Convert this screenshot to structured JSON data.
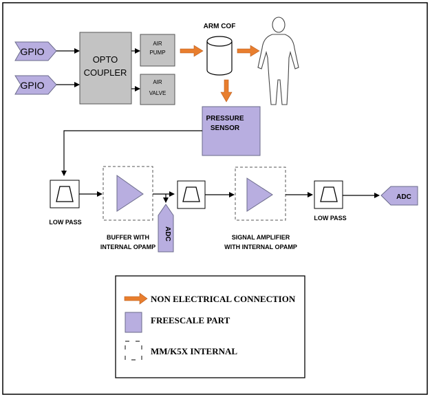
{
  "colors": {
    "freescale_fill": "#b8aee0",
    "freescale_stroke": "#6a6a8a",
    "grey_fill": "#c3c3c3",
    "arrow_orange": "#e87e2e",
    "line": "#000000"
  },
  "inputs": {
    "gpio_1": "GPIO",
    "gpio_2": "GPIO"
  },
  "blocks": {
    "opto_coupler": [
      "OPTO",
      "COUPLER"
    ],
    "air_pump": [
      "AIR",
      "PUMP"
    ],
    "air_valve": [
      "AIR",
      "VALVE"
    ],
    "arm_cof": "ARM COF",
    "pressure_sensor": [
      "PRESSURE",
      "SENSOR"
    ],
    "adc_vertical": "ADC",
    "adc_output": "ADC"
  },
  "labels": {
    "low_pass_1": "LOW PASS",
    "buffer": [
      "BUFFER WITH",
      "INTERNAL OPAMP"
    ],
    "signal_amp": [
      "SIGNAL AMPLIFIER",
      "WITH INTERNAL OPAMP"
    ],
    "low_pass_2": "LOW PASS"
  },
  "legend": {
    "non_electrical": "NON ELECTRICAL CONNECTION",
    "freescale": "FREESCALE PART",
    "internal": "MM/K5X INTERNAL"
  }
}
